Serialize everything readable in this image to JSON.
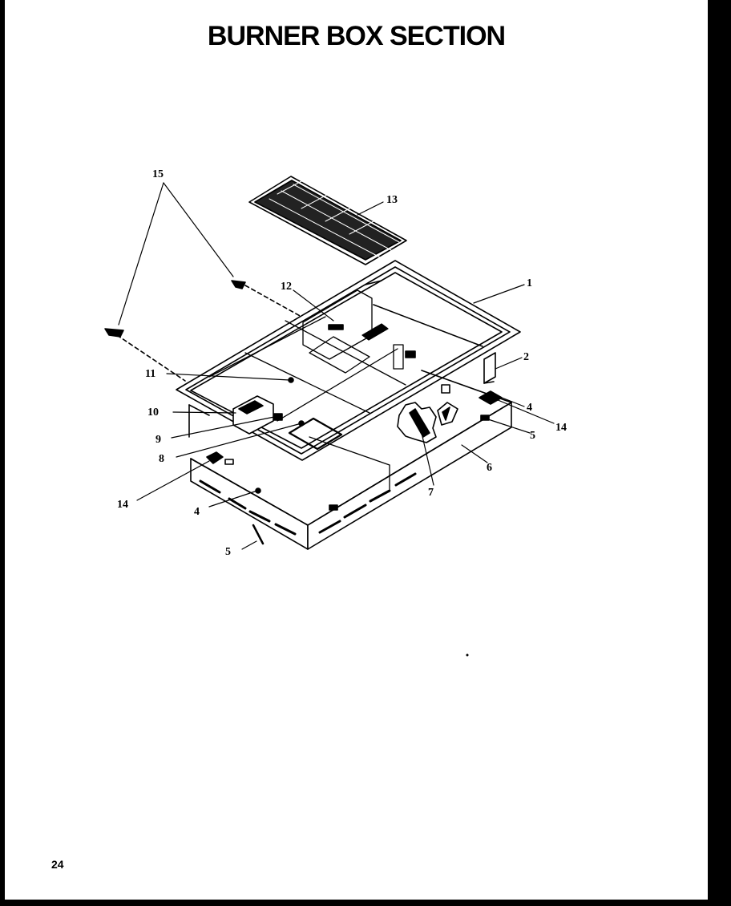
{
  "title": "BURNER BOX SECTION",
  "page_number": "24",
  "callouts": {
    "c1": "1",
    "c2": "2",
    "c4a": "4",
    "c4b": "4",
    "c5a": "5",
    "c5b": "5",
    "c6": "6",
    "c7": "7",
    "c8": "8",
    "c9": "9",
    "c10": "10",
    "c11": "11",
    "c12": "12",
    "c13": "13",
    "c14a": "14",
    "c14b": "14",
    "c15": "15"
  }
}
